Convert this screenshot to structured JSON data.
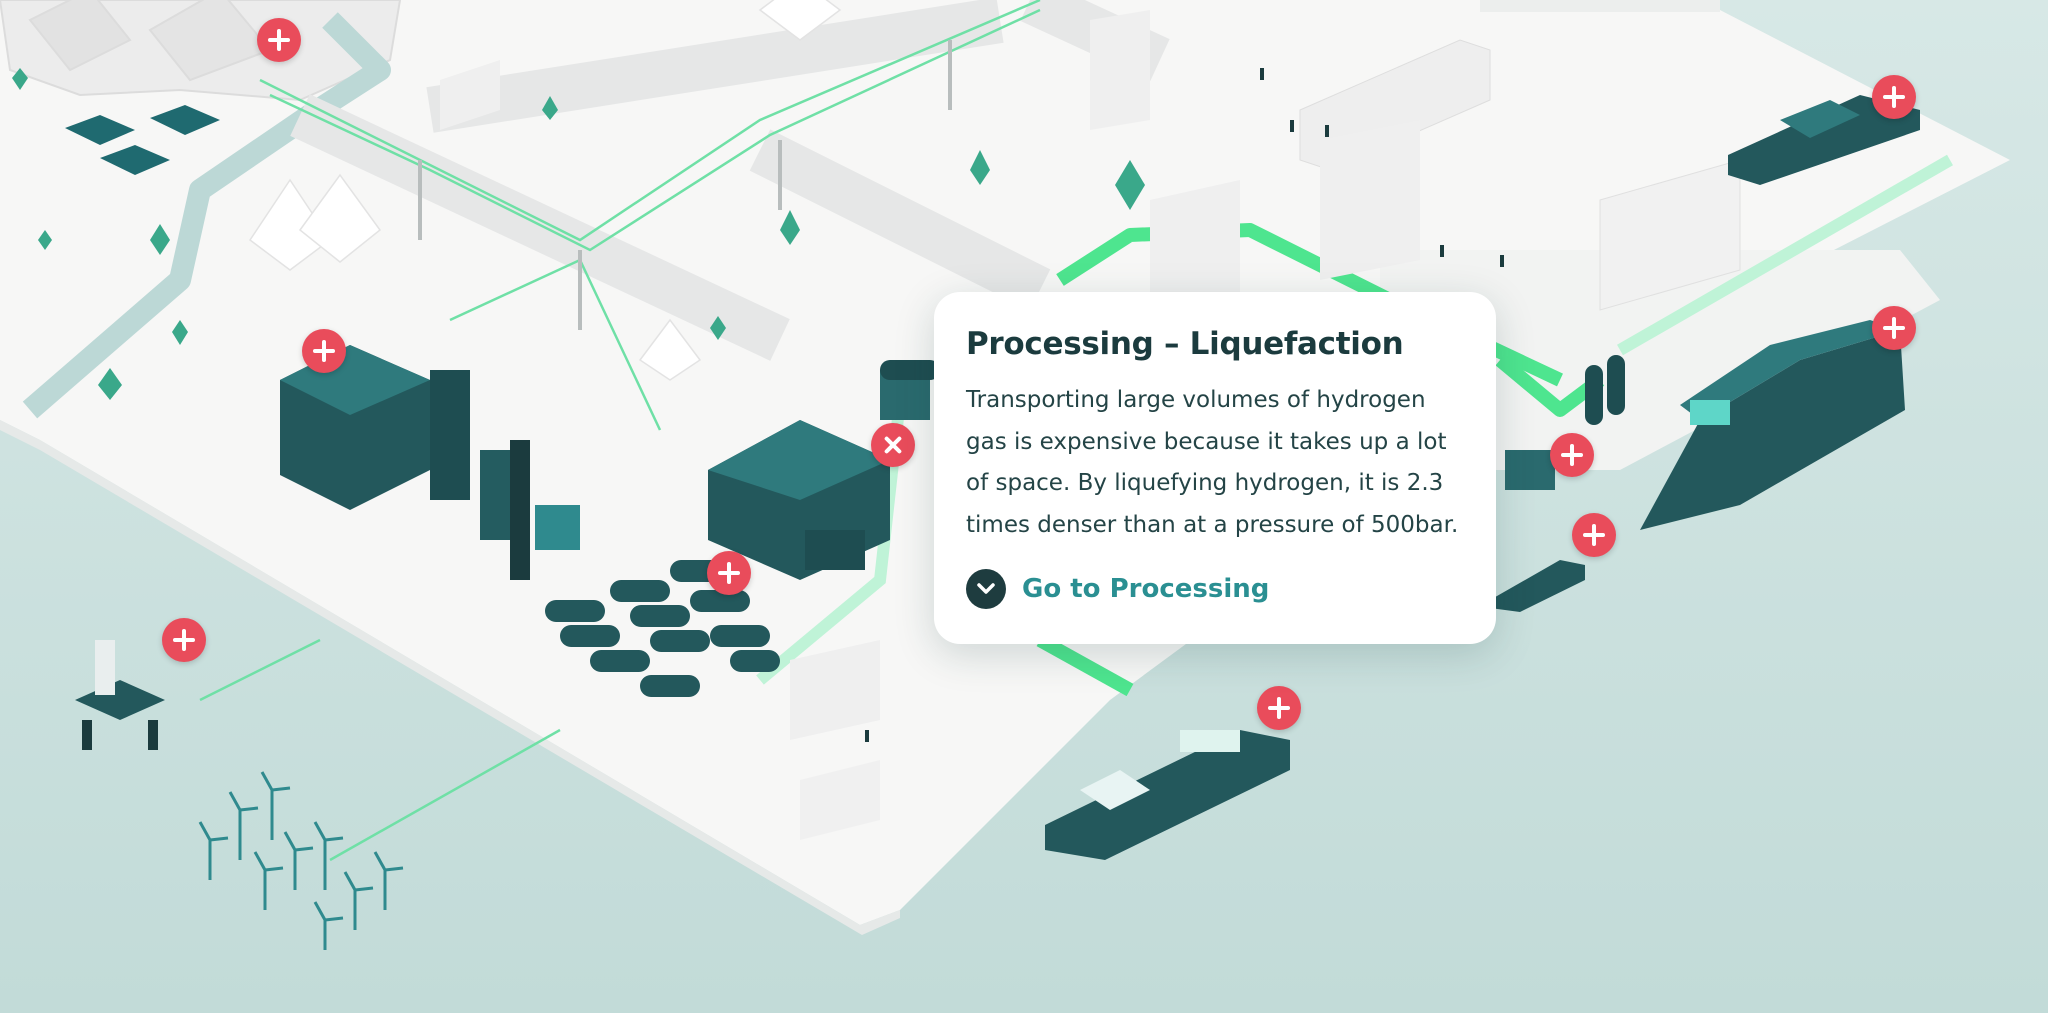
{
  "popup": {
    "title": "Processing – Liquefaction",
    "body": "Transporting large volumes of hydrogen gas is expensive because it takes up a lot of space. By liquefying hydrogen, it is 2.3 times denser than at a pressure of 500bar.",
    "link_label": "Go to Processing",
    "link_icon": "chevron-down-icon"
  },
  "hotspots": [
    {
      "name": "hotspot-power-plant",
      "icon": "plus-icon"
    },
    {
      "name": "hotspot-mountain-substation",
      "icon": "plus-icon"
    },
    {
      "name": "hotspot-offshore-platform",
      "icon": "plus-icon"
    },
    {
      "name": "hotspot-storage-tanks",
      "icon": "plus-icon"
    },
    {
      "name": "hotspot-liquefaction-close",
      "icon": "close-icon"
    },
    {
      "name": "hotspot-pipe-cluster",
      "icon": "plus-icon"
    },
    {
      "name": "hotspot-tugboat",
      "icon": "plus-icon"
    },
    {
      "name": "hotspot-cargo-ship",
      "icon": "plus-icon"
    },
    {
      "name": "hotspot-ferry",
      "icon": "plus-icon"
    },
    {
      "name": "hotspot-cruise-ship",
      "icon": "plus-icon"
    }
  ],
  "colors": {
    "sea": "#c9e0de",
    "ground": "#f6f6f5",
    "teal_dark": "#23585c",
    "teal": "#2f7a7d",
    "pipeline_green": "#4ee58f",
    "hotspot_red": "#e94c5b",
    "title_text": "#1b3b3e",
    "link_teal": "#2a8f92"
  }
}
